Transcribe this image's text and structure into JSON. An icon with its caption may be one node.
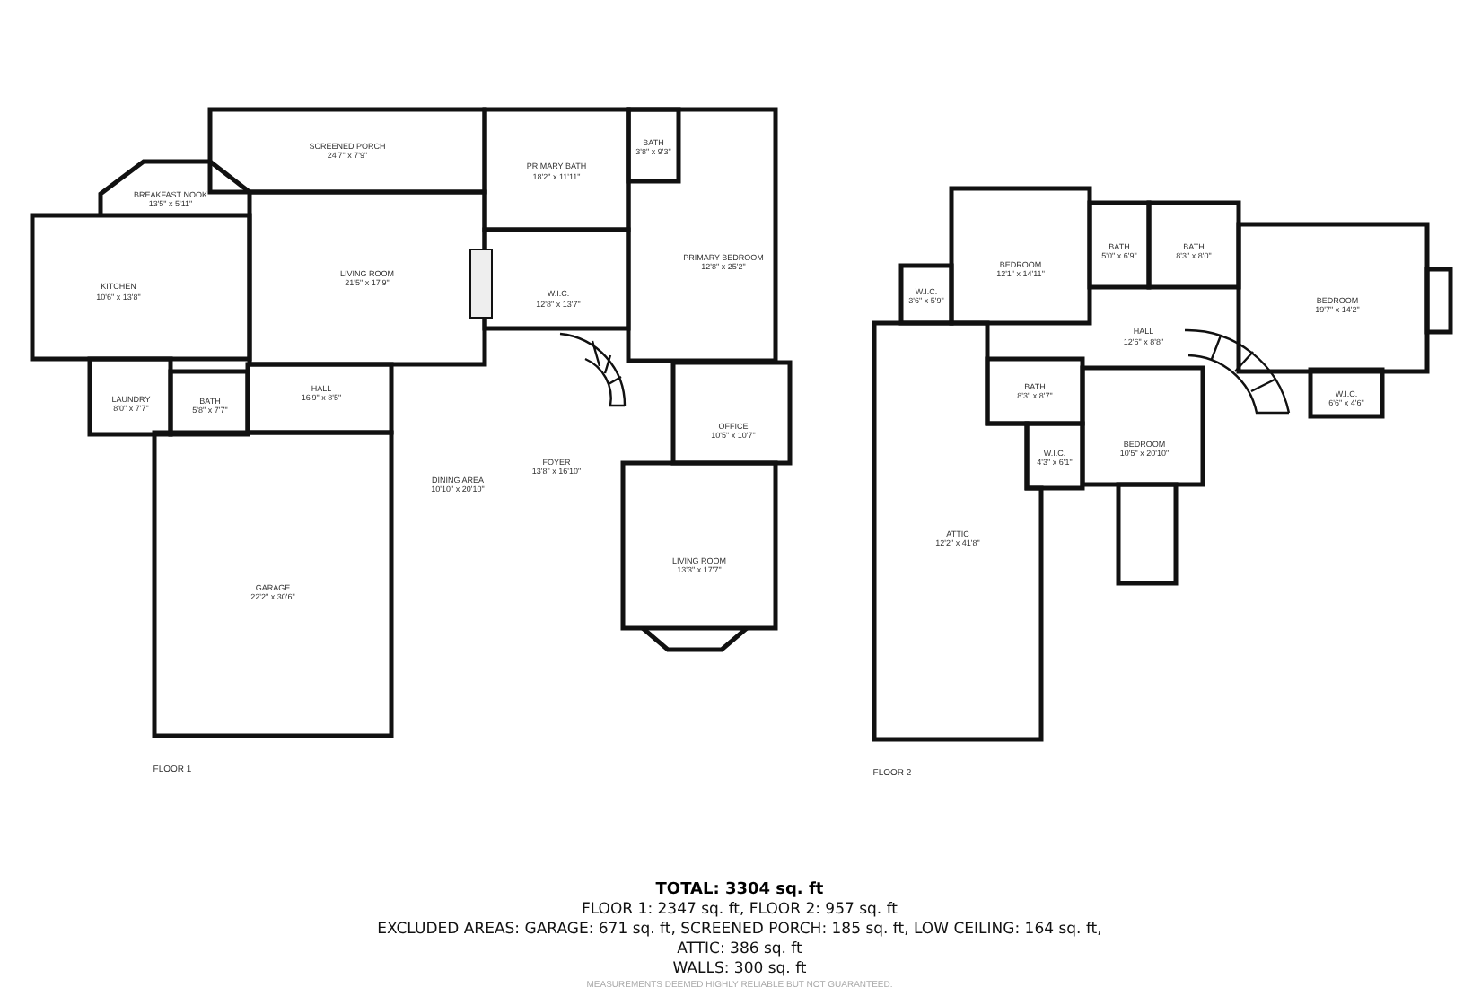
{
  "diagram": {
    "nodes": [
      {
        "text": [
          "SCREENED PORCH",
          "24'7\" x 7'9\""
        ]
      },
      {
        "text": [
          "BREAKFAST NOOK",
          "13'5\" x 5'11\""
        ]
      },
      {
        "text": [
          "PRIMARY BATH",
          "18'2\" x 11'11\""
        ]
      },
      {
        "text": [
          "BATH",
          "3'8\" x 9'3\""
        ]
      },
      {
        "text": [
          "KITCHEN",
          "10'6\" x 13'8\""
        ]
      },
      {
        "text": [
          "LIVING ROOM",
          "21'5\" x 17'9\""
        ]
      },
      {
        "text": [
          "PRIMARY BEDROOM",
          "12'8\" x 25'2\""
        ]
      },
      {
        "text": [
          "W.I.C.",
          "12'8\" x 13'7\""
        ]
      },
      {
        "text": [
          "LAUNDRY",
          "8'0\" x 7'7\""
        ]
      },
      {
        "text": [
          "BATH",
          "5'8\" x 7'7\""
        ]
      },
      {
        "text": [
          "HALL",
          "16'9\" x 8'5\""
        ]
      },
      {
        "text": [
          "OFFICE",
          "10'5\" x 10'7\""
        ]
      },
      {
        "text": [
          "FOYER",
          "13'8\" x 16'10\""
        ]
      },
      {
        "text": [
          "DINING AREA",
          "10'10\" x 20'10\""
        ]
      },
      {
        "text": [
          "GARAGE",
          "22'2\" x 30'6\""
        ]
      },
      {
        "text": [
          "LIVING ROOM",
          "13'3\" x 17'7\""
        ]
      },
      {
        "text": [
          "BATH",
          "5'0\" x 6'9\""
        ]
      },
      {
        "text": [
          "BATH",
          "8'3\" x 8'0\""
        ]
      },
      {
        "text": [
          "BEDROOM",
          "12'1\" x 14'11\""
        ]
      },
      {
        "text": [
          "W.I.C.",
          "3'6\" x 5'9\""
        ]
      },
      {
        "text": [
          "BEDROOM",
          "19'7\" x 14'2\""
        ]
      },
      {
        "text": [
          "HALL",
          "12'6\" x 8'8\""
        ]
      },
      {
        "text": [
          "BATH",
          "8'3\" x 8'7\""
        ]
      },
      {
        "text": [
          "W.I.C.",
          "6'6\" x 4'6\""
        ]
      },
      {
        "text": [
          "BEDROOM",
          "10'5\" x 20'10\""
        ]
      },
      {
        "text": [
          "W.I.C.",
          "4'3\" x 6'1\""
        ]
      },
      {
        "text": [
          "ATTIC",
          "12'2\" x 41'8\""
        ]
      }
    ],
    "labels": [
      "FLOOR 1",
      "FLOOR 2",
      "TOTAL: 3304 sq. ft",
      "FLOOR 1: 2347 sq. ft, FLOOR 2: 957 sq. ft",
      "EXCLUDED AREAS: GARAGE: 671 sq. ft, SCREENED PORCH: 185 sq. ft, LOW CEILING: 164 sq. ft,",
      "ATTIC: 386 sq. ft",
      "WALLS: 300 sq. ft",
      "MEASUREMENTS DEEMED HIGHLY RELIABLE BUT NOT GUARANTEED."
    ]
  }
}
